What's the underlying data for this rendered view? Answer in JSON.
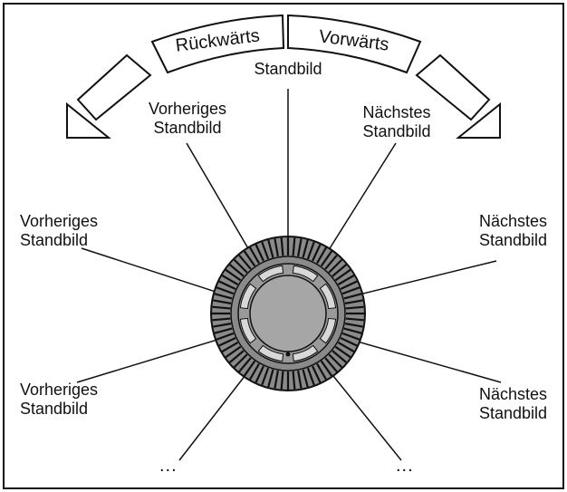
{
  "arc": {
    "backward_label": "Rückwärts",
    "forward_label": "Vorwärts"
  },
  "labels": {
    "center_top": "Standbild",
    "upper_left": [
      "Vorheriges",
      "Standbild"
    ],
    "upper_right": [
      "Nächstes",
      "Standbild"
    ],
    "middle_left": [
      "Vorheriges",
      "Standbild"
    ],
    "middle_right": [
      "Nächstes",
      "Standbild"
    ],
    "lower_left": [
      "Vorheriges",
      "Standbild"
    ],
    "lower_right": [
      "Nächstes",
      "Standbild"
    ],
    "ellipsis_left": "...",
    "ellipsis_right": "..."
  },
  "colors": {
    "line": "#111111",
    "dial_outer": "#8a8a8a",
    "dial_inner": "#a6a6a6",
    "segment_fill": "#ffffff",
    "background": "#ffffff"
  }
}
